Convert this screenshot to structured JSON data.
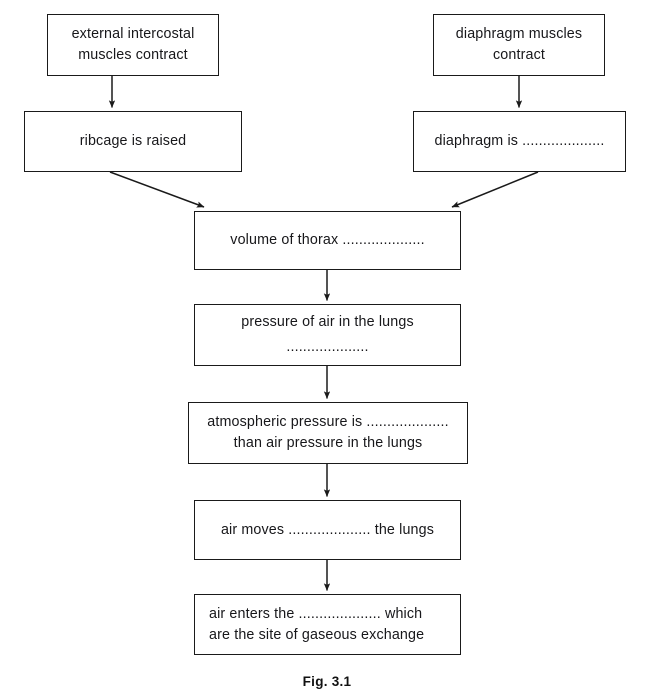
{
  "figure": {
    "caption": "Fig. 3.1",
    "type": "flowchart",
    "subject": "breathing-in (inspiration) mechanism",
    "ink_color": "#1a1a1a",
    "background_color": "#ffffff"
  },
  "nodes": [
    {
      "id": "external-intercostal-muscles",
      "lines": [
        "external intercostal",
        "muscles contract"
      ],
      "align": "center"
    },
    {
      "id": "diaphragm-muscles",
      "lines": [
        "diaphragm muscles",
        "contract"
      ],
      "align": "center"
    },
    {
      "id": "ribcage-raised",
      "lines": [
        "ribcage is raised"
      ],
      "align": "center"
    },
    {
      "id": "diaphragm-is-blank",
      "lines": [
        "diaphragm is ...................."
      ],
      "align": "center"
    },
    {
      "id": "volume-of-thorax",
      "lines": [
        "volume of thorax ...................."
      ],
      "align": "center"
    },
    {
      "id": "pressure-of-air-in-lungs",
      "lines": [
        "pressure of air in the lungs",
        "...................."
      ],
      "align": "center"
    },
    {
      "id": "atmospheric-pressure",
      "lines": [
        "atmospheric pressure is ....................",
        "than air pressure in the lungs"
      ],
      "align": "center"
    },
    {
      "id": "air-moves",
      "lines": [
        "air moves .................... the lungs"
      ],
      "align": "center"
    },
    {
      "id": "air-enters",
      "lines": [
        "air enters the .................... which",
        "are the site of gaseous exchange"
      ],
      "align": "left"
    }
  ],
  "connectors": [
    {
      "id": "intercostal-to-ribcage",
      "from": "external-intercostal-muscles",
      "to": "ribcage-raised",
      "style": "vertical-arrow"
    },
    {
      "id": "diaphragm-muscles-to-diaphragm-is",
      "from": "diaphragm-muscles",
      "to": "diaphragm-is-blank",
      "style": "vertical-arrow"
    },
    {
      "id": "ribcage-to-thorax",
      "from": "ribcage-raised",
      "to": "volume-of-thorax",
      "style": "diagonal-arrow"
    },
    {
      "id": "diaphragm-to-thorax",
      "from": "diaphragm-is-blank",
      "to": "volume-of-thorax",
      "style": "diagonal-arrow"
    },
    {
      "id": "thorax-to-pressure",
      "from": "volume-of-thorax",
      "to": "pressure-of-air-in-lungs",
      "style": "vertical-arrow"
    },
    {
      "id": "pressure-to-atmospheric",
      "from": "pressure-of-air-in-lungs",
      "to": "atmospheric-pressure",
      "style": "vertical-arrow"
    },
    {
      "id": "atmospheric-to-air-moves",
      "from": "atmospheric-pressure",
      "to": "air-moves",
      "style": "vertical-arrow"
    },
    {
      "id": "air-moves-to-air-enters",
      "from": "air-moves",
      "to": "air-enters",
      "style": "vertical-arrow"
    }
  ]
}
